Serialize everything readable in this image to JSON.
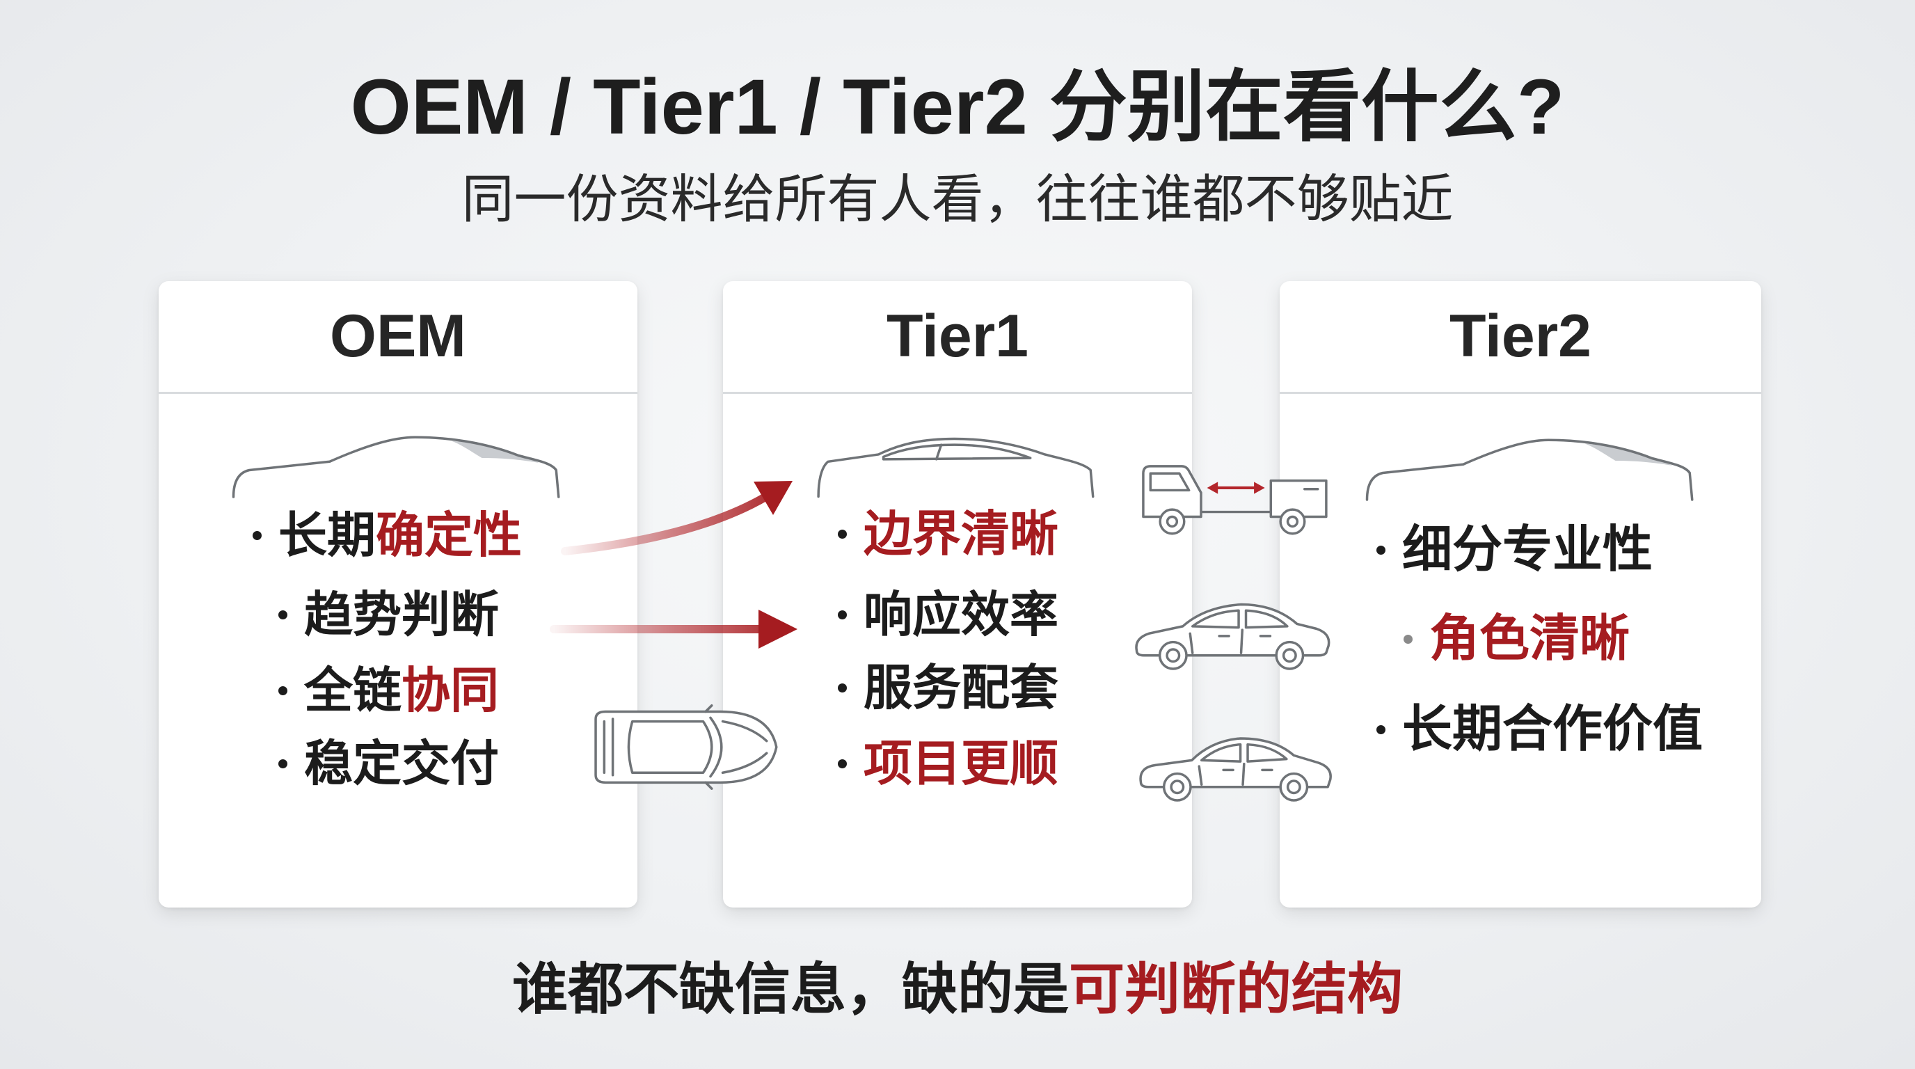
{
  "title": "OEM / Tier1 / Tier2 分别在看什么?",
  "subtitle": "同一份资料给所有人看，往往谁都不够贴近",
  "cards": [
    {
      "header": "OEM",
      "items": [
        {
          "text": "长期",
          "highlight": "确定性"
        },
        {
          "text": "趋势判断",
          "highlight": ""
        },
        {
          "text": "全链",
          "highlight": "协同"
        },
        {
          "text": "稳定交付",
          "highlight": ""
        }
      ]
    },
    {
      "header": "Tier1",
      "items": [
        {
          "text": "",
          "highlight": "边界清晰"
        },
        {
          "text": "响应效率",
          "highlight": ""
        },
        {
          "text": "服务配套",
          "highlight": ""
        },
        {
          "text": "",
          "highlight": "项目更顺"
        }
      ]
    },
    {
      "header": "Tier2",
      "items": [
        {
          "text": "细分专业性",
          "highlight": ""
        },
        {
          "text": "",
          "highlight": "角色清晰"
        },
        {
          "text": "长期合作价值",
          "highlight": ""
        }
      ]
    }
  ],
  "footer": {
    "text": "谁都不缺信息，缺的是",
    "highlight": "可判断的结构"
  },
  "colors": {
    "accent": "#a51c20",
    "text": "#1c1c1c",
    "muted_bullet": "#8a8a8a",
    "icon_stroke": "#6f7377"
  },
  "icons": {
    "card_car": "car-silhouette-icon",
    "top_view_car": "car-top-view-icon",
    "truck": "truck-icon",
    "sedan": "sedan-icon",
    "arrow": "arrow-right-icon",
    "double_arrow": "double-arrow-icon"
  }
}
